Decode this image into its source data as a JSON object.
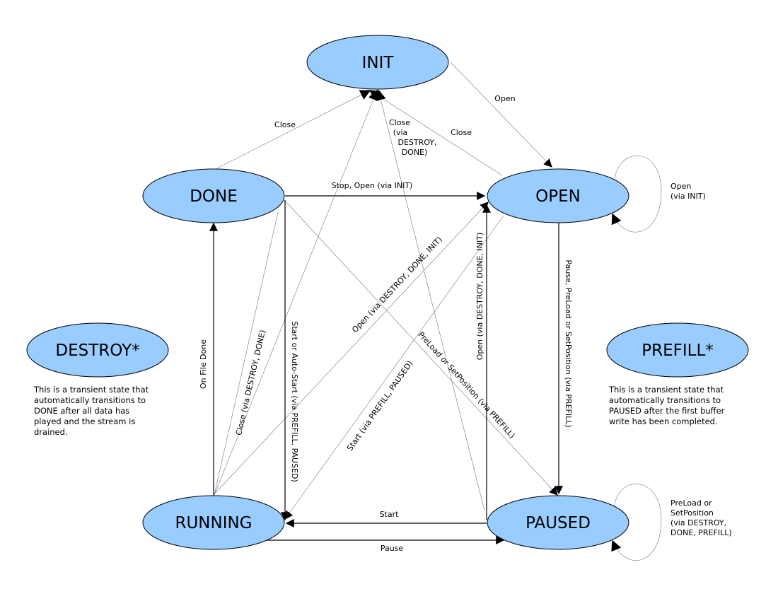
{
  "states": {
    "init": "INIT",
    "done": "DONE",
    "open": "OPEN",
    "running": "RUNNING",
    "paused": "PAUSED",
    "destroy": "DESTROY*",
    "prefill": "PREFILL*"
  },
  "edges": {
    "done_init_close": "Close",
    "open_init_close": "Close",
    "init_open_open": "Open",
    "running_init_close": [
      "Close",
      "(via",
      "DESTROY,",
      "DONE)"
    ],
    "done_open_stop": "Stop, Open (via INIT)",
    "open_self": [
      "Open",
      "(via INIT)"
    ],
    "open_paused": "Pause, PreLoad or SetPosition (via PREFILL)",
    "paused_open": "Open (via DESTROY, DONE, INIT)",
    "running_done": "On File Done",
    "running_done_close": "Close (via DESTROY, DONE)",
    "done_running_start": "Start or Auto-Start (via PREFILL, PAUSED)",
    "running_open": "Open (via DESTROY, DONE, INIT)",
    "done_paused_preload": "PreLoad or SetPosition (via PREFILL)",
    "open_running_start": "Start (via PREFILL, PAUSED)",
    "paused_running_start": "Start",
    "running_paused_pause": "Pause",
    "paused_self": [
      "PreLoad or",
      "SetPosition",
      "(via DESTROY,",
      "DONE, PREFILL)"
    ]
  },
  "notes": {
    "destroy": [
      "This is a transient state that",
      "automatically transitions to",
      "DONE after all data has",
      "played and the stream is",
      "drained."
    ],
    "prefill": [
      "This is a transient state that",
      "automatically transitions to",
      "PAUSED after the first buffer",
      "write has been completed."
    ]
  }
}
